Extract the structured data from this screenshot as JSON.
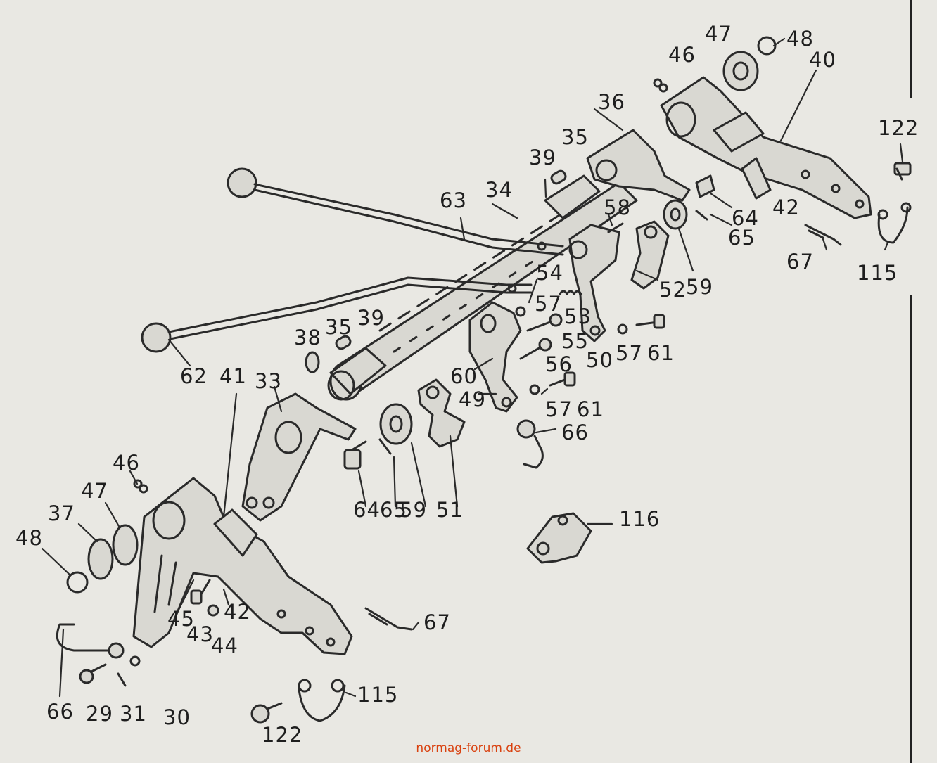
{
  "labels": {
    "p33": "33",
    "p34": "34",
    "p35a": "35",
    "p35b": "35",
    "p36": "36",
    "p37": "37",
    "p38": "38",
    "p39a": "39",
    "p39b": "39",
    "p40": "40",
    "p41": "41",
    "p42a": "42",
    "p42b": "42",
    "p43": "43",
    "p44": "44",
    "p45": "45",
    "p46a": "46",
    "p46b": "46",
    "p47a": "47",
    "p47b": "47",
    "p48a": "48",
    "p48b": "48",
    "p49": "49",
    "p50": "50",
    "p51": "51",
    "p52": "52",
    "p53": "53",
    "p54": "54",
    "p55": "55",
    "p56": "56",
    "p57a": "57",
    "p57b": "57",
    "p57c": "57",
    "p58": "58",
    "p59a": "59",
    "p59b": "59",
    "p60": "60",
    "p61a": "61",
    "p61b": "61",
    "p62": "62",
    "p63": "63",
    "p64a": "64",
    "p64b": "64",
    "p65a": "65",
    "p65b": "65",
    "p66a": "66",
    "p66b": "66",
    "p67a": "67",
    "p67b": "67",
    "p115a": "115",
    "p115b": "115",
    "p116": "116",
    "p122a": "122",
    "p122b": "122",
    "p29": "29",
    "p30": "30",
    "p31": "31"
  },
  "watermark": "normag-forum.de",
  "colors": {
    "paper": "#e9e8e3",
    "ink": "#2a2a2a",
    "watermark": "#d9410f"
  }
}
